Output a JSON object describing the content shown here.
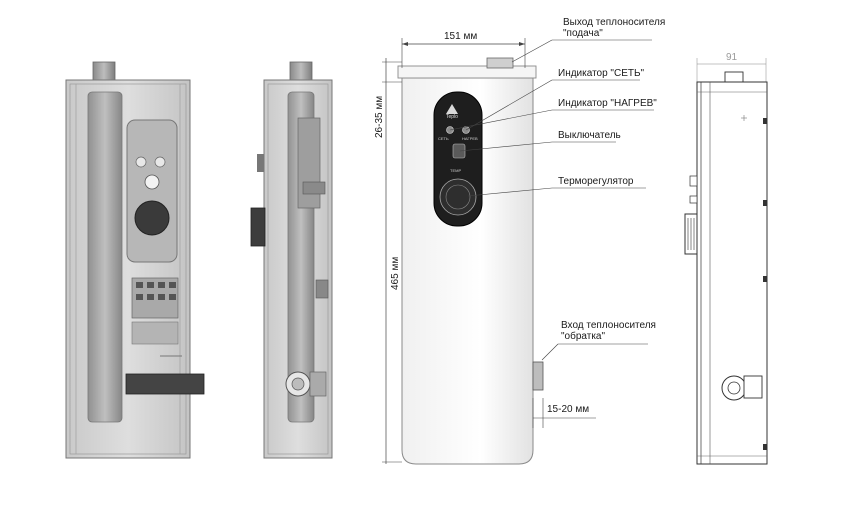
{
  "labels": {
    "outlet_line1": "Выход теплоносителя",
    "outlet_line2": "\"подача\"",
    "indicator_power": "Индикатор \"СЕТЬ\"",
    "indicator_heat": "Индикатор \"НАГРЕВ\"",
    "switch": "Выключатель",
    "thermostat": "Терморегулятор",
    "inlet_line1": "Вход теплоносителя",
    "inlet_line2": "\"обратка\""
  },
  "dimensions": {
    "width_front": "151 мм",
    "top_gap": "26-35 мм",
    "height": "465 мм",
    "inlet_offset": "15-20 мм",
    "width_side": "91"
  },
  "panel_text": {
    "brand": "Teplo",
    "power_mark": "СЕТЬ",
    "heat_mark": "НАГРЕВ",
    "thermo_mark": "TEMP"
  }
}
